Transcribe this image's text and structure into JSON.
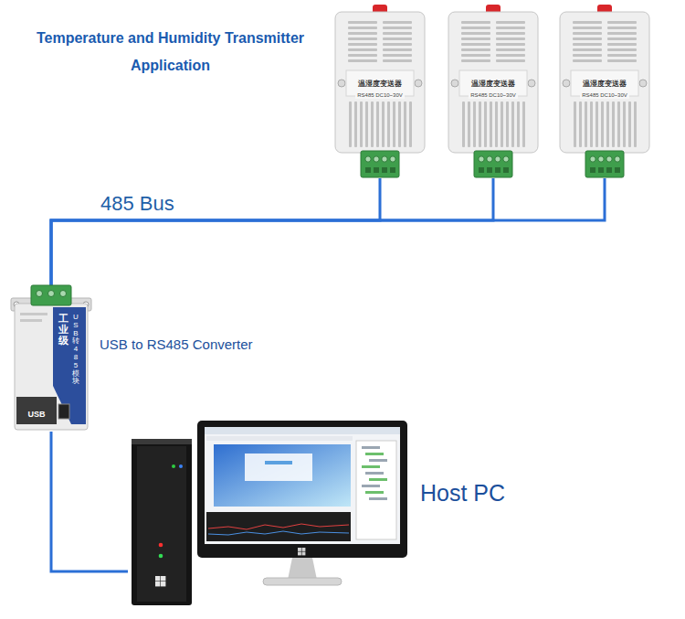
{
  "diagram": {
    "title": "Temperature and Humidity Transmitter Application",
    "nodes": [
      {
        "text": [
          "温湿度变送器",
          "RS485 DC10~30V"
        ]
      },
      {
        "text": [
          "温湿度变送器",
          "RS485 DC10~30V"
        ]
      },
      {
        "text": [
          "温湿度变送器",
          "RS485 DC10~30V"
        ]
      },
      {
        "text": [
          "USB to RS485 Converter",
          "工业级",
          "USB转485模块",
          "USB"
        ]
      },
      {
        "text": [
          "Host PC"
        ]
      }
    ],
    "edges": [
      {
        "from": 0,
        "to": 3,
        "arrow": "none"
      },
      {
        "from": 1,
        "to": 3,
        "arrow": "none"
      },
      {
        "from": 2,
        "to": 3,
        "arrow": "none"
      },
      {
        "from": 3,
        "to": 4,
        "arrow": "none"
      }
    ],
    "labels": [
      "485 Bus"
    ]
  }
}
